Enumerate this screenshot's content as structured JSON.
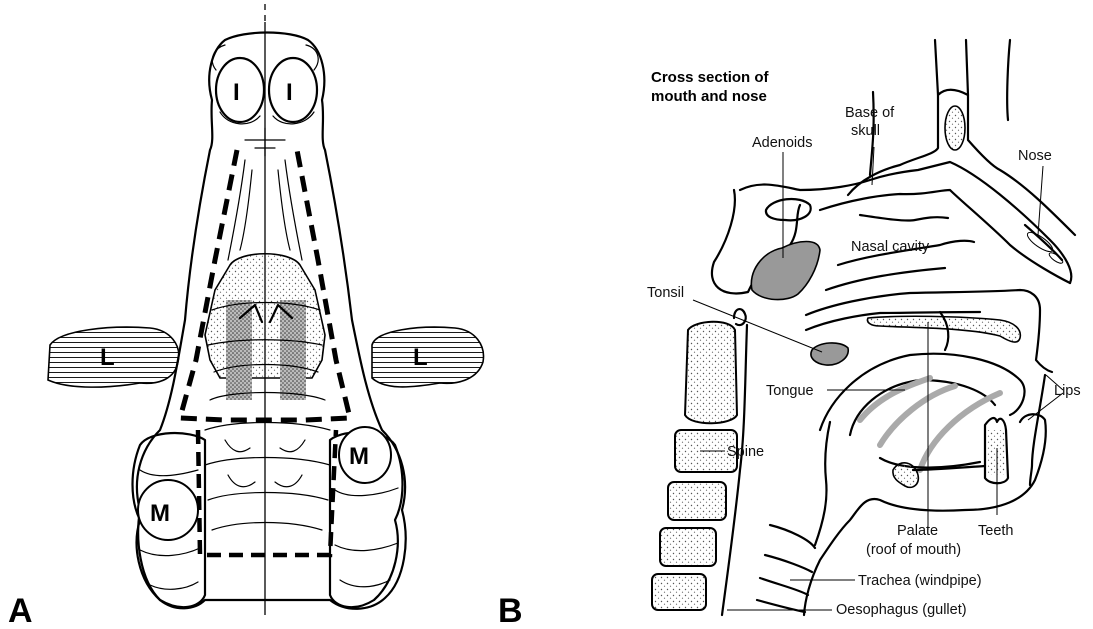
{
  "figure": {
    "panel_a": {
      "letter": "A",
      "marks": {
        "top_left": "I",
        "top_right": "I",
        "side_left": "L",
        "side_right": "L",
        "lower_right": "M",
        "lower_left": "M"
      }
    },
    "panel_b": {
      "letter": "B",
      "title_line1": "Cross section of",
      "title_line2": "mouth and nose",
      "labels": {
        "base_of_skull_1": "Base of",
        "base_of_skull_2": "skull",
        "adenoids": "Adenoids",
        "nose": "Nose",
        "nasal_cavity": "Nasal cavity",
        "tonsil": "Tonsil",
        "tongue": "Tongue",
        "lips": "Lips",
        "spine": "Spine",
        "palate_1": "Palate",
        "palate_2": "(roof of mouth)",
        "teeth": "Teeth",
        "trachea": "Trachea (windpipe)",
        "oesophagus": "Oesophagus (gullet)"
      }
    }
  }
}
